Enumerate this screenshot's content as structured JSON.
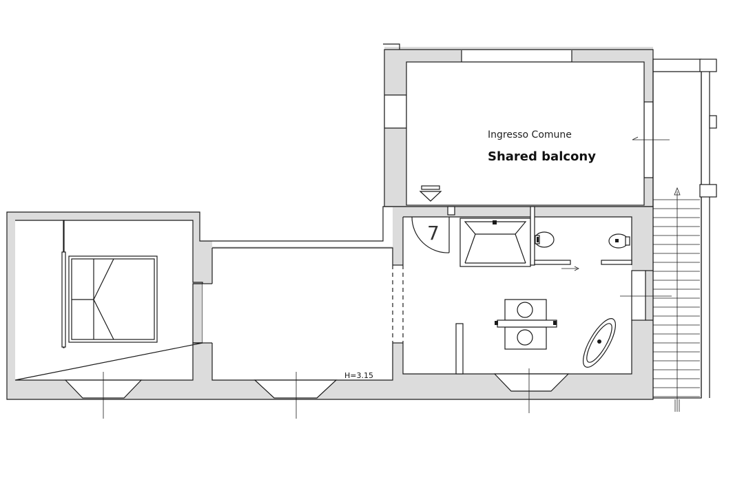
{
  "labels": {
    "ingresso": "Ingresso Comune",
    "balcony": "Shared balcony",
    "height": "H=3.15",
    "unit_number": "7"
  }
}
